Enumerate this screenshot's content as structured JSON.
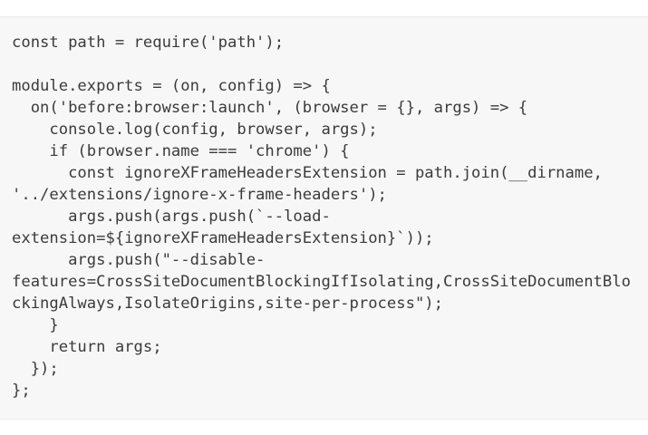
{
  "page": {
    "background_color": "#ffffff"
  },
  "code_block": {
    "language": "javascript",
    "background_color": "#f7f7f7",
    "border_color": "#e8e8e8",
    "text_color": "#3b3b3b",
    "display_lines": [
      "const path = require('path');",
      "",
      "module.exports = (on, config) => {",
      "  on('before:browser:launch', (browser = {}, args) => {",
      "    console.log(config, browser, args);",
      "    if (browser.name === 'chrome') {",
      "      const ignoreXFrameHeadersExtension = path.join(__dirname,",
      "'../extensions/ignore-x-frame-headers');",
      "      args.push(args.push(`--load-",
      "extension=${ignoreXFrameHeadersExtension}`));",
      "      args.push(\"--disable-",
      "features=CrossSiteDocumentBlockingIfIsolating,CrossSiteDocumentBlo",
      "ckingAlways,IsolateOrigins,site-per-process\");",
      "    }",
      "    return args;",
      "  });",
      "};"
    ]
  }
}
